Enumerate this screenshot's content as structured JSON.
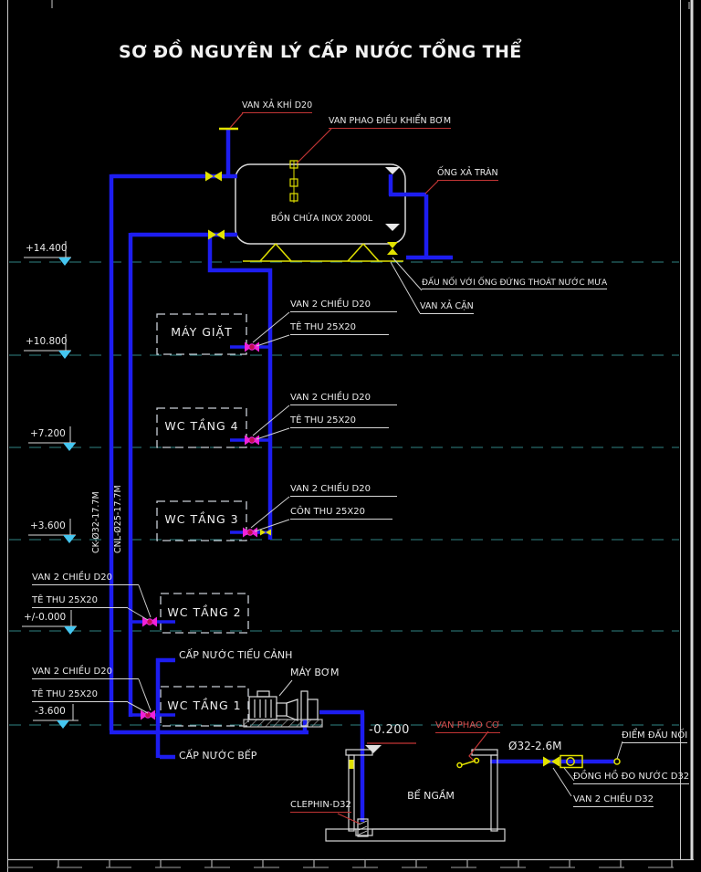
{
  "title": "SƠ ĐỒ NGUYÊN LÝ CẤP NƯỚC TỔNG THỂ",
  "roof_tank": {
    "label": "BỒN CHỨA INOX 2000L"
  },
  "underground_tank": {
    "label": "BỂ NGẦM",
    "water_level": "-0.200"
  },
  "levels": [
    {
      "label": "+14.400"
    },
    {
      "label": "+10.800"
    },
    {
      "label": "+7.200"
    },
    {
      "label": "+3.600"
    },
    {
      "label": "+/-0.000"
    },
    {
      "label": "-3.600"
    }
  ],
  "risers": {
    "ck": "CK-Ø32-17.7M",
    "cnl": "CNL-Ø25-17.7M"
  },
  "floors": [
    {
      "name": "MÁY GIẶT",
      "valve": "VAN 2 CHIỀU D20",
      "fitting": "TÊ THU 25X20"
    },
    {
      "name": "WC TẦNG 4",
      "valve": "VAN 2 CHIỀU D20",
      "fitting": "TÊ THU 25X20"
    },
    {
      "name": "WC TẦNG 3",
      "valve": "VAN 2 CHIỀU D20",
      "fitting": "CÔN THU 25X20"
    },
    {
      "name": "WC TẦNG 2",
      "valve": "VAN 2 CHIỀU D20",
      "fitting": "TÊ THU 25X20"
    },
    {
      "name": "WC TẦNG 1",
      "valve": "VAN 2 CHIỀU D20",
      "fitting": "TÊ THU 25X20"
    }
  ],
  "annotations": {
    "air_valve": "VAN XẢ KHÍ D20",
    "float_switch": "VAN PHAO ĐIỀU KHIỂN BƠM",
    "overflow": "ỐNG XẢ TRÀN",
    "rain_connect": "ĐẤU NỐI VỚI ỐNG ĐỨNG THOÁT NƯỚC MƯA",
    "drain_valve": "VAN XẢ CẶN",
    "landscape": "CẤP NƯỚC TIỂU CẢNH",
    "kitchen": "CẤP NƯỚC BẾP",
    "pump": "MÁY BƠM",
    "mech_float": "VAN PHAO CƠ",
    "foot_valve": "CLEPHIN-D32",
    "pipe_size": "Ø32-2.6M",
    "tap_point": "ĐIỂM ĐẤU NỐI",
    "meter": "ĐỒNG HỒ ĐO NƯỚC D32",
    "main_valve": "VAN 2 CHIỀU D32"
  },
  "colors": {
    "pipe": "#1d1df0",
    "valve_magenta": "#f022d8",
    "fitting_yellow": "#e2e200",
    "level_line": "#2f8585",
    "leader_red": "#c03535",
    "level_triangle": "#45c6f0"
  }
}
